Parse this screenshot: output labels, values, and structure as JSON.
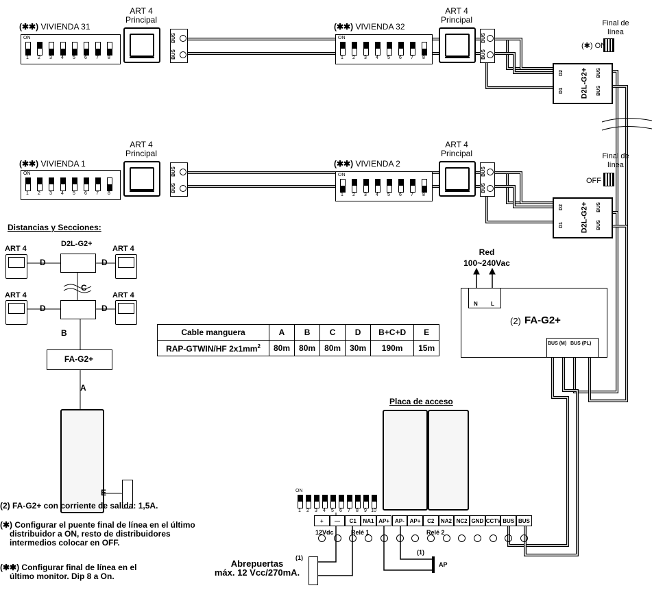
{
  "titles": {
    "distancias": "Distancias y Secciones:",
    "placa": "Placa de acceso"
  },
  "monitor": {
    "line1": "ART 4",
    "line2": "Principal"
  },
  "dwellings": [
    {
      "name": "VIVIENDA 31",
      "prefix": "(✱✱)",
      "dip_on": [
        false,
        true,
        false,
        false,
        false,
        false,
        false,
        false
      ]
    },
    {
      "name": "VIVIENDA 32",
      "prefix": "(✱✱)",
      "dip_on": [
        true,
        true,
        true,
        true,
        true,
        true,
        true,
        false
      ]
    },
    {
      "name": "VIVIENDA 1",
      "prefix": "(✱✱)",
      "dip_on": [
        true,
        true,
        true,
        true,
        true,
        true,
        true,
        false
      ]
    },
    {
      "name": "VIVIENDA 2",
      "prefix": "(✱✱)",
      "dip_on": [
        false,
        true,
        true,
        true,
        true,
        true,
        true,
        false
      ]
    }
  ],
  "dip_labels": {
    "on": "ON",
    "nums": [
      "1",
      "2",
      "3",
      "4",
      "5",
      "6",
      "7",
      "8"
    ],
    "nums10": [
      "1",
      "2",
      "3",
      "4",
      "5",
      "6",
      "7",
      "8",
      "9",
      "10"
    ]
  },
  "bus_label": "BUS",
  "distributor": {
    "name": "D2L-G2+",
    "d1": "D1",
    "d2": "D2",
    "bus": "BUS",
    "final_linea": [
      "Final de",
      "línea"
    ],
    "top_state": "(✱) ON",
    "bottom_state": "OFF"
  },
  "schematic": {
    "art4": "ART 4",
    "d2l": "D2L-G2+",
    "fa": "FA-G2+",
    "letters": [
      "A",
      "B",
      "C",
      "D",
      "E"
    ]
  },
  "power": {
    "red": "Red",
    "voltage": "100~240Vac",
    "n": "N",
    "l": "L",
    "index": "(2)",
    "name": "FA-G2+",
    "bus_m": "BUS (M)",
    "bus_pl": "BUS (PL)"
  },
  "cable_table": {
    "headers": [
      "Cable manguera",
      "A",
      "B",
      "C",
      "D",
      "B+C+D",
      "E"
    ],
    "row": {
      "name": "RAP-GTWIN/HF 2x1mm",
      "sup": "2",
      "values": [
        "80m",
        "80m",
        "80m",
        "30m",
        "190m",
        "15m"
      ]
    }
  },
  "terminal_strip": {
    "labels": [
      "+",
      "—",
      "C1",
      "NA1",
      "AP+",
      "AP-",
      "AP+",
      "C2",
      "NA2",
      "NC2",
      "GND",
      "CCTV",
      "BUS",
      "BUS"
    ],
    "v12": "12Vdc",
    "rele1": "Relé 1",
    "rele2": "Relé 2",
    "mark1": "(1)"
  },
  "notes": {
    "n2": "(2) FA-G2+ con corriente de salida: 1,5A.",
    "n_star1": [
      "(✱) Configurar el puente final de línea en el último",
      "distribuidor a ON, resto de distribuidores",
      "intermedios colocar en OFF."
    ],
    "n_star2": [
      "(✱✱) Configurar final de línea en el",
      "último monitor. Dip 8 a On."
    ]
  },
  "abrepuertas": {
    "line1": "Abrepuertas",
    "line2": "máx. 12 Vcc/270mA.",
    "mark": "(1)"
  },
  "ap_label": "AP"
}
